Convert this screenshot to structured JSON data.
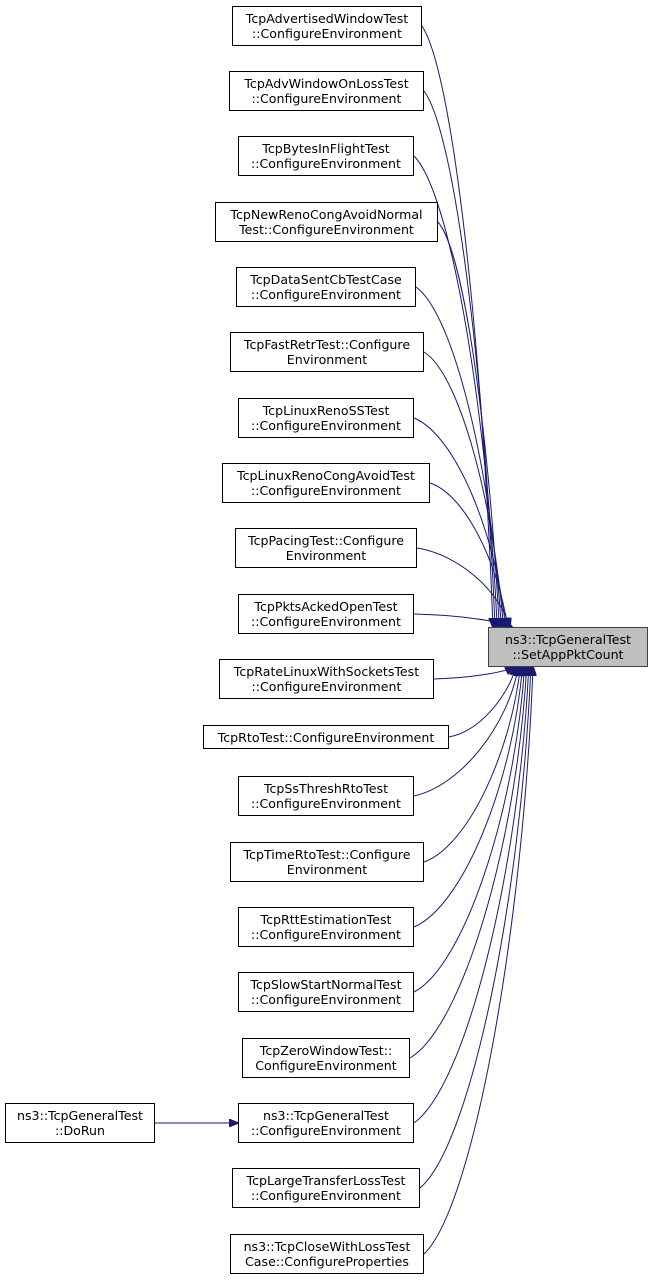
{
  "diagram": {
    "type": "call-graph",
    "edge_color": "#191970",
    "target_fill": "#bfbfbf",
    "target": {
      "id": "target",
      "lines": [
        "ns3::TcpGeneralTest",
        "::SetAppPktCount"
      ]
    },
    "callers": [
      {
        "id": "c1",
        "lines": [
          "TcpAdvertisedWindowTest",
          "::ConfigureEnvironment"
        ]
      },
      {
        "id": "c2",
        "lines": [
          "TcpAdvWindowOnLossTest",
          "::ConfigureEnvironment"
        ]
      },
      {
        "id": "c3",
        "lines": [
          "TcpBytesInFlightTest",
          "::ConfigureEnvironment"
        ]
      },
      {
        "id": "c4",
        "lines": [
          "TcpNewRenoCongAvoidNormal",
          "Test::ConfigureEnvironment"
        ]
      },
      {
        "id": "c5",
        "lines": [
          "TcpDataSentCbTestCase",
          "::ConfigureEnvironment"
        ]
      },
      {
        "id": "c6",
        "lines": [
          "TcpFastRetrTest::Configure",
          "Environment"
        ]
      },
      {
        "id": "c7",
        "lines": [
          "TcpLinuxRenoSSTest",
          "::ConfigureEnvironment"
        ]
      },
      {
        "id": "c8",
        "lines": [
          "TcpLinuxRenoCongAvoidTest",
          "::ConfigureEnvironment"
        ]
      },
      {
        "id": "c9",
        "lines": [
          "TcpPacingTest::Configure",
          "Environment"
        ]
      },
      {
        "id": "c10",
        "lines": [
          "TcpPktsAckedOpenTest",
          "::ConfigureEnvironment"
        ]
      },
      {
        "id": "c11",
        "lines": [
          "TcpRateLinuxWithSocketsTest",
          "::ConfigureEnvironment"
        ]
      },
      {
        "id": "c12",
        "lines": [
          "TcpRtoTest::ConfigureEnvironment"
        ]
      },
      {
        "id": "c13",
        "lines": [
          "TcpSsThreshRtoTest",
          "::ConfigureEnvironment"
        ]
      },
      {
        "id": "c14",
        "lines": [
          "TcpTimeRtoTest::Configure",
          "Environment"
        ]
      },
      {
        "id": "c15",
        "lines": [
          "TcpRttEstimationTest",
          "::ConfigureEnvironment"
        ]
      },
      {
        "id": "c16",
        "lines": [
          "TcpSlowStartNormalTest",
          "::ConfigureEnvironment"
        ]
      },
      {
        "id": "c17",
        "lines": [
          "TcpZeroWindowTest::",
          "ConfigureEnvironment"
        ]
      },
      {
        "id": "c18",
        "lines": [
          "ns3::TcpGeneralTest",
          "::ConfigureEnvironment"
        ]
      },
      {
        "id": "c19",
        "lines": [
          "TcpLargeTransferLossTest",
          "::ConfigureEnvironment"
        ]
      },
      {
        "id": "c20",
        "lines": [
          "ns3::TcpCloseWithLossTest",
          "Case::ConfigureProperties"
        ]
      },
      {
        "id": "c21",
        "lines": [
          "ns3::TcpGeneralTest",
          "::DoRun"
        ]
      }
    ],
    "edges": [
      [
        "c1",
        "target"
      ],
      [
        "c2",
        "target"
      ],
      [
        "c3",
        "target"
      ],
      [
        "c4",
        "target"
      ],
      [
        "c5",
        "target"
      ],
      [
        "c6",
        "target"
      ],
      [
        "c7",
        "target"
      ],
      [
        "c8",
        "target"
      ],
      [
        "c9",
        "target"
      ],
      [
        "c10",
        "target"
      ],
      [
        "c11",
        "target"
      ],
      [
        "c12",
        "target"
      ],
      [
        "c13",
        "target"
      ],
      [
        "c14",
        "target"
      ],
      [
        "c15",
        "target"
      ],
      [
        "c16",
        "target"
      ],
      [
        "c17",
        "target"
      ],
      [
        "c18",
        "target"
      ],
      [
        "c19",
        "target"
      ],
      [
        "c20",
        "target"
      ],
      [
        "c21",
        "c18"
      ]
    ]
  }
}
